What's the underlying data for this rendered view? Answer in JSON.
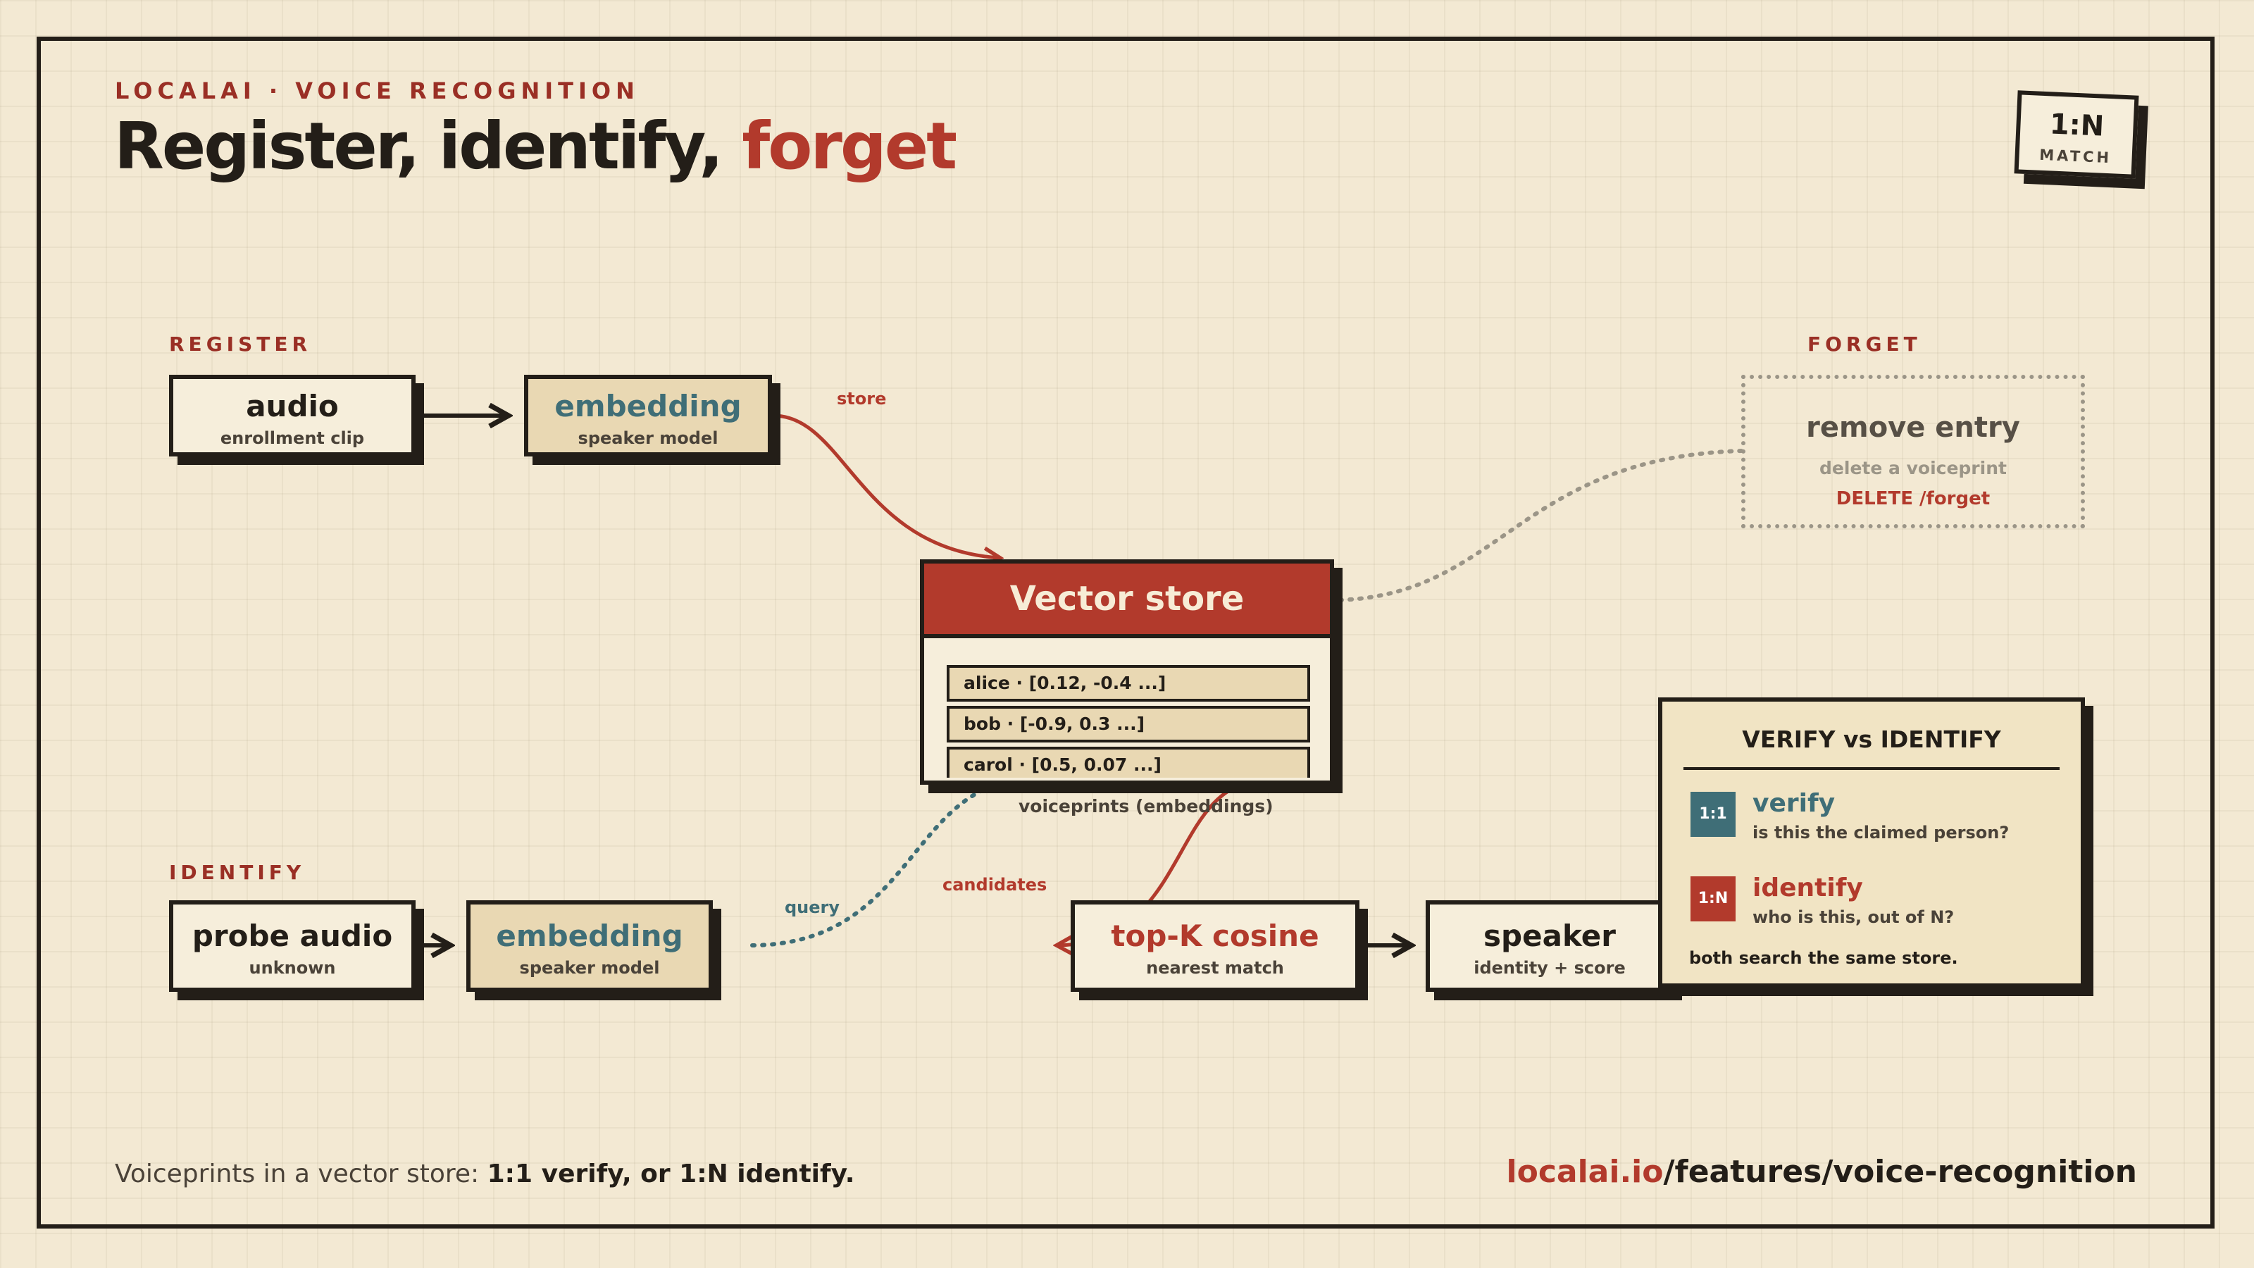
{
  "header": {
    "kicker": "LOCALAI · VOICE RECOGNITION",
    "title_main": "Register, identify,",
    "title_accent": "forget"
  },
  "badge": {
    "big": "1:N",
    "small": "MATCH"
  },
  "register": {
    "label": "REGISTER",
    "audio": {
      "title": "audio",
      "sub": "enrollment clip"
    },
    "embedding": {
      "title": "embedding",
      "sub": "speaker model"
    },
    "edge_label": "store"
  },
  "forget": {
    "label": "FORGET",
    "title": "remove entry",
    "sub": "delete a voiceprint",
    "endpoint": "DELETE /forget"
  },
  "store": {
    "title": "Vector store",
    "rows": [
      "alice · [0.12, -0.4 ...]",
      "bob · [-0.9, 0.3 ...]",
      "carol · [0.5, 0.07 ...]"
    ],
    "caption": "voiceprints (embeddings)"
  },
  "identify": {
    "label": "IDENTIFY",
    "probe": {
      "title": "probe audio",
      "sub": "unknown"
    },
    "embedding": {
      "title": "embedding",
      "sub": "speaker model"
    },
    "query_label": "query",
    "candidates_label": "candidates",
    "topk": {
      "title": "top-K cosine",
      "sub": "nearest match"
    },
    "speaker": {
      "title": "speaker",
      "sub": "identity + score"
    }
  },
  "legend": {
    "title": "VERIFY vs IDENTIFY",
    "items": [
      {
        "tag": "1:1",
        "name": "verify",
        "desc": "is this the claimed person?"
      },
      {
        "tag": "1:N",
        "name": "identify",
        "desc": "who is this, out of N?"
      }
    ],
    "note": "both search the same store."
  },
  "footer": {
    "left_plain": "Voiceprints in a vector store: ",
    "left_bold": "1:1 verify, or 1:N identify.",
    "url_domain": "localai.io",
    "url_path": "/features/voice-recognition"
  },
  "colors": {
    "accent": "#b23a2c",
    "teal": "#3f6e77",
    "ink": "#231e18",
    "paper": "#f3e9d3"
  }
}
